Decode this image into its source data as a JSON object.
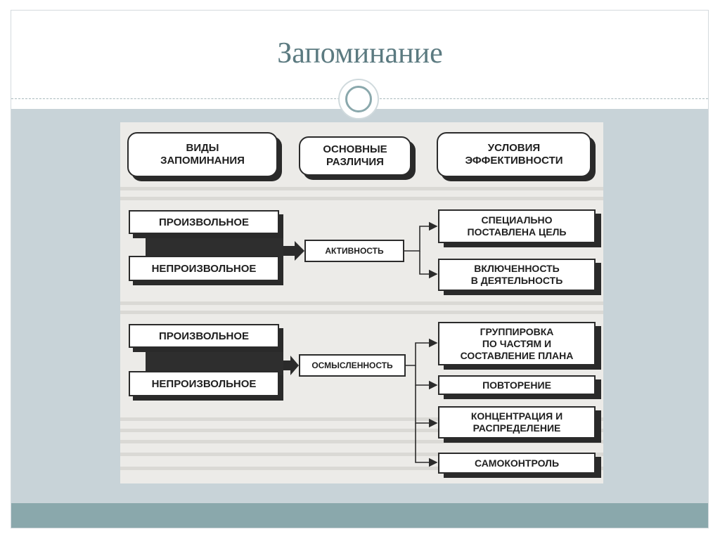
{
  "slide": {
    "title": "Запоминание"
  },
  "diagram": {
    "headers": [
      "ВИДЫ\nЗАПОМИНАНИЯ",
      "ОСНОВНЫЕ\nРАЗЛИЧИЯ",
      "УСЛОВИЯ\nЭФФЕКТИВНОСТИ"
    ],
    "group1": {
      "types": [
        "ПРОИЗВОЛЬНОЕ",
        "НЕПРОИЗВОЛЬНОЕ"
      ],
      "difference": "АКТИВНОСТЬ",
      "conditions": [
        "СПЕЦИАЛЬНО\nПОСТАВЛЕНА ЦЕЛЬ",
        "ВКЛЮЧЕННОСТЬ\nВ ДЕЯТЕЛЬНОСТЬ"
      ]
    },
    "group2": {
      "types": [
        "ПРОИЗВОЛЬНОЕ",
        "НЕПРОИЗВОЛЬНОЕ"
      ],
      "difference": "ОСМЫСЛЕННОСТЬ",
      "conditions": [
        "ГРУППИРОВКА\nПО ЧАСТЯМ И\nСОСТАВЛЕНИЕ ПЛАНА",
        "ПОВТОРЕНИЕ",
        "КОНЦЕНТРАЦИЯ И\nРАСПРЕДЕЛЕНИЕ",
        "САМОКОНТРОЛЬ"
      ]
    }
  }
}
